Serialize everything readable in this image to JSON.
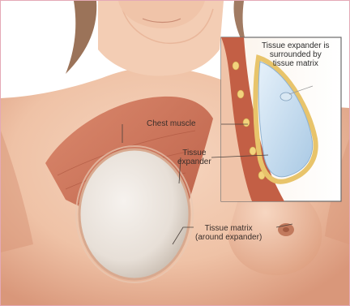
{
  "labels": {
    "chest_muscle": "Chest muscle",
    "tissue_expander_line1": "Tissue",
    "tissue_expander_line2": "expander",
    "tissue_matrix_line1": "Tissue matrix",
    "tissue_matrix_line2": "(around expander)",
    "inset_line1": "Tissue expander is",
    "inset_line2": "surrounded by",
    "inset_line3": "tissue matrix"
  },
  "colors": {
    "frame_border": "#e4a9b6",
    "skin": "#efc2a6",
    "skin_shadow": "#d9977a",
    "muscle": "#c9694f",
    "expander": "#e9e3dc",
    "inset_fill": "#cfe2f1",
    "matrix_gold": "#e8c46b"
  }
}
